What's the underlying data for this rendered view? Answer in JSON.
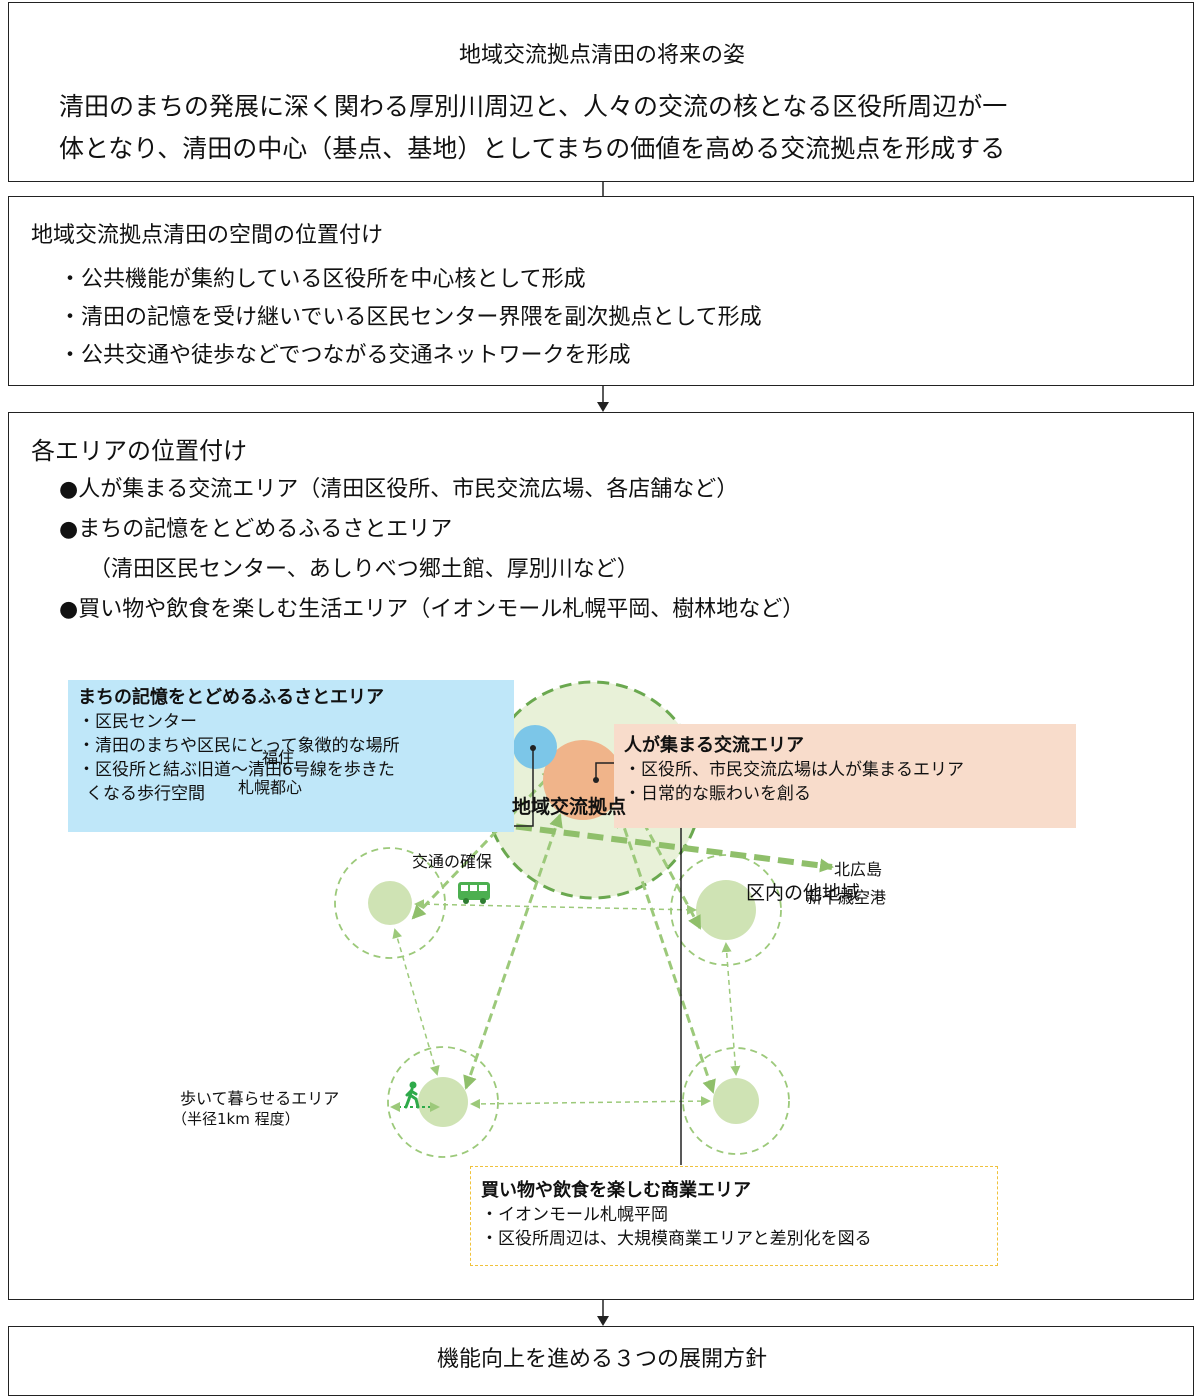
{
  "box1": {
    "title": "地域交流拠点清田の将来の姿",
    "line1": "清田のまちの発展に深く関わる厚別川周辺と、人々の交流の核となる区役所周辺が一",
    "line2": "体となり、清田の中心（基点、基地）としてまちの価値を高める交流拠点を形成する"
  },
  "box2": {
    "title": "地域交流拠点清田の空間の位置付け",
    "items": [
      "・公共機能が集約している区役所を中心核として形成",
      "・清田の記憶を受け継いでいる区民センター界隈を副次拠点として形成",
      "・公共交通や徒歩などでつながる交通ネットワークを形成"
    ]
  },
  "box3": {
    "title": "各エリアの位置付け",
    "items": [
      "●人が集まる交流エリア（清田区役所、市民交流広場、各店舗など）",
      "●まちの記憶をとどめるふるさとエリア",
      "（清田区民センター、あしりべつ郷土館、厚別川など）",
      "●買い物や飲食を楽しむ生活エリア（イオンモール札幌平岡、樹林地など）"
    ]
  },
  "diagram": {
    "callout_blue": {
      "title": "まちの記憶をとどめるふるさとエリア",
      "lines": [
        "・区民センター",
        "・清田のまちや区民にとって象徴的な場所",
        "・区役所と結ぶ旧道～清田6号線を歩きた",
        "くなる歩行空間"
      ],
      "color": "#bfe7f9"
    },
    "callout_orange": {
      "title": "人が集まる交流エリア",
      "lines": [
        "・区役所、市民交流広場は人が集まるエリア",
        "・日常的な賑わいを創る"
      ],
      "color": "#f8dccb"
    },
    "callout_yellow": {
      "title": "買い物や飲食を楽しむ商業エリア",
      "lines": [
        "・イオンモール札幌平岡",
        "・区役所周辺は、大規模商業エリアと差別化を図る"
      ],
      "border_color": "#f0c23c"
    },
    "center_label": "地域交流拠点",
    "traffic_label": "交通の確保",
    "other_area_label": "区内の他地域",
    "west_label_1": "福住",
    "west_label_2": "札幌都心",
    "east_label_1": "北広島",
    "east_label_2": "新千歳空港",
    "walk_label_1": "歩いて暮らせるエリア",
    "walk_label_2": "（半径1km 程度）",
    "icons": [
      "bus-icon",
      "walking-person-icon"
    ],
    "colors": {
      "green_light": "#cfe3b4",
      "green_line": "#8fbf6a",
      "green_dark": "#6aa84f",
      "orange": "#f0b48a",
      "blue": "#7cc6e8"
    }
  },
  "box4": {
    "title": "機能向上を進める３つの展開方針"
  }
}
